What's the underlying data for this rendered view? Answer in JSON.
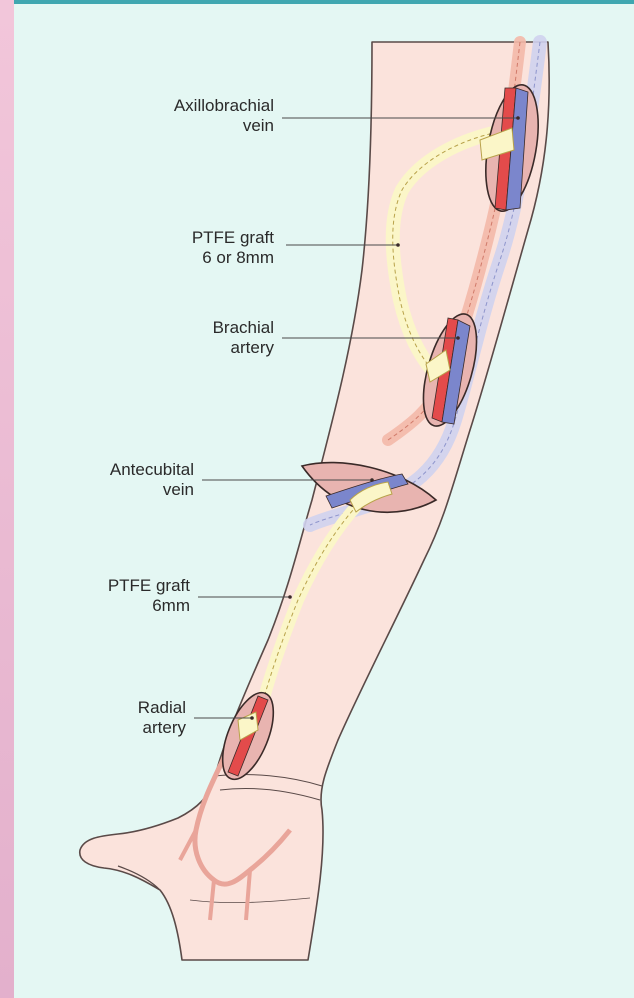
{
  "figure": {
    "colors": {
      "background": "#e4f7f3",
      "frame_band": "#f2c6da",
      "frame_rule": "#3fa7b0",
      "skin": "#fbe3dc",
      "skin_outline": "#5a4a48",
      "incision": "#e8b4b0",
      "artery": "#e34b4b",
      "vein": "#7b86cc",
      "graft": "#fbf6c8",
      "graft_outline": "#b8a24a",
      "vein_path": "#cfd2ee",
      "artery_path": "#f3b8a8"
    },
    "labels": {
      "axillobrachial_vein": [
        "Axillobrachial",
        "vein"
      ],
      "ptfe_graft_upper": [
        "PTFE graft",
        "6 or 8mm"
      ],
      "brachial_artery": [
        "Brachial",
        "artery"
      ],
      "antecubital_vein": [
        "Antecubital",
        "vein"
      ],
      "ptfe_graft_lower": [
        "PTFE graft",
        "6mm"
      ],
      "radial_artery": [
        "Radial",
        "artery"
      ]
    }
  }
}
